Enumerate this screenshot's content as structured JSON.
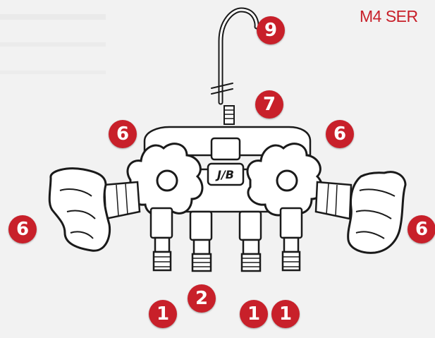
{
  "header": {
    "series_title": "M4 SER"
  },
  "colors": {
    "background": "#f2f2f2",
    "callout": "#c8202a",
    "callout_text": "#ffffff",
    "outline": "#1a1a1a",
    "body_fill": "#ffffff"
  },
  "product": {
    "logo_text": "J/B"
  },
  "callouts": [
    {
      "id": "hook-hanger",
      "label": "9"
    },
    {
      "id": "hook-stem",
      "label": "7"
    },
    {
      "id": "knob-upper-left",
      "label": "6"
    },
    {
      "id": "knob-upper-right",
      "label": "6"
    },
    {
      "id": "knob-side-left",
      "label": "6"
    },
    {
      "id": "knob-side-right",
      "label": "6"
    },
    {
      "id": "port-1a",
      "label": "1"
    },
    {
      "id": "port-2",
      "label": "2"
    },
    {
      "id": "port-1b",
      "label": "1"
    },
    {
      "id": "port-1c",
      "label": "1"
    }
  ]
}
